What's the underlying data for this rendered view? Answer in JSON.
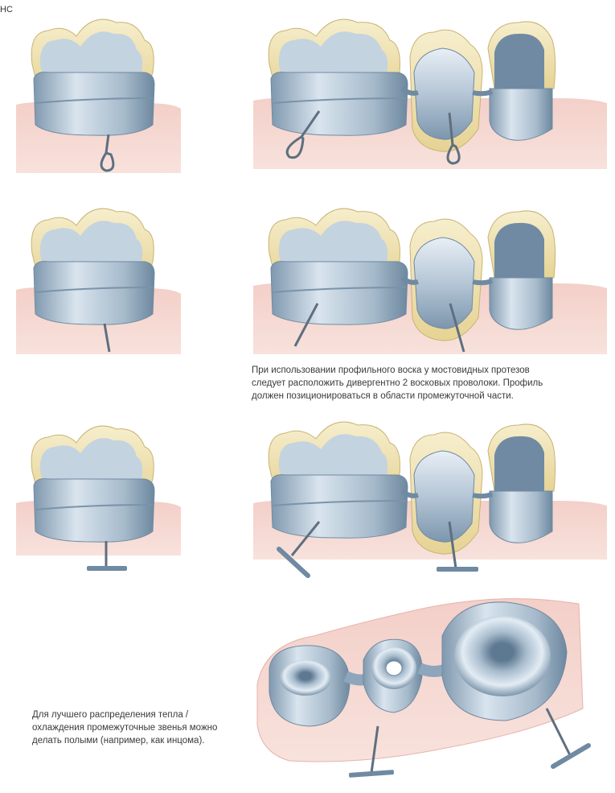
{
  "header": {
    "corner_label": "НС"
  },
  "captions": {
    "bridge_profile_wax": [
      "При использовании профильного воска у мостовидных протезов",
      "следует расположить дивергентно 2 восковых проволоки. Профиль",
      "должен позиционироваться в области промежуточной части."
    ],
    "hollow_pontics": [
      "Для лучшего распределения тепла /",
      "охлаждения промежуточные звенья можно",
      "делать полыми (например, как инцома)."
    ]
  },
  "palette": {
    "gum": "#f0c4bd",
    "gum_dark": "#e2a8a0",
    "tooth": "#f2e6b8",
    "metal_light": "#dbe6f0",
    "metal_mid": "#a9bccd",
    "metal_dark": "#6f8aa2",
    "wire": "#5e6f80"
  }
}
